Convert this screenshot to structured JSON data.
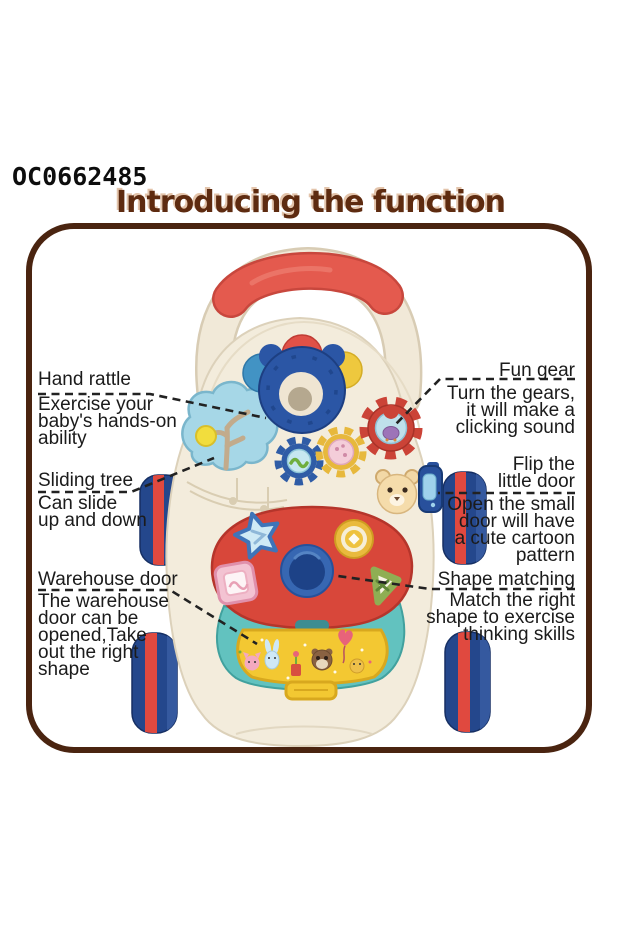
{
  "header": {
    "product_code": "OC0662485",
    "title": "Introducing the function"
  },
  "callouts": {
    "left": [
      {
        "title": "Hand rattle",
        "description": "Exercise your\nbaby's hands-on\nability"
      },
      {
        "title": "Sliding tree",
        "description": "Can slide\nup and down"
      },
      {
        "title": "Warehouse door",
        "description": "The warehouse\ndoor can be\nopened,Take\nout the right\nshape"
      }
    ],
    "right": [
      {
        "title": "Fun gear",
        "description": "Turn the gears,\nit will make a\nclicking sound"
      },
      {
        "title": "Flip the\nlittle door",
        "description": "Open the small\ndoor will have\na cute cartoon\npattern"
      },
      {
        "title": "Shape matching",
        "description": "Match the right\nshape to exercise\nthinking skills"
      }
    ]
  },
  "illustration": {
    "description": "baby push walker activity toy, front view",
    "features": [
      "push-handle",
      "hand-rattle-bear-ring",
      "sliding-tree",
      "fun-gears",
      "flip-little-door-bear",
      "shape-matching-buttons",
      "center-knob",
      "warehouse-door-cartoon-animals",
      "four-wheels"
    ]
  },
  "colors": {
    "frame_border": "#4a2410",
    "title_text": "#5e2b10",
    "title_shadow": "#e3c4ab",
    "label_text": "#1b1b1b",
    "grip_red": "#e45a4e",
    "body_cream": "#f3ecdc",
    "wheel_blue": "#24478c",
    "wheel_stripe_red": "#e0493f",
    "panel_red": "#d8473a",
    "door_yellow": "#f3c832",
    "bowl_teal": "#62c2bf",
    "tree_blue": "#a6d7e7",
    "ring_blue": "#2b56a5"
  }
}
